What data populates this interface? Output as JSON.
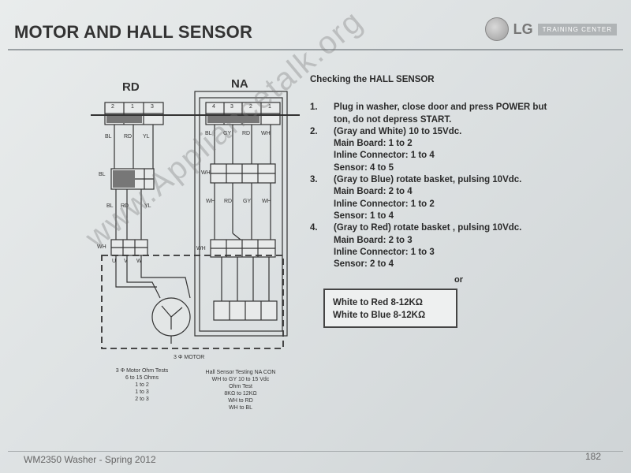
{
  "header": {
    "title": "MOTOR AND HALL SENSOR",
    "logo_text": "LG",
    "logo_tagline": "TRAINING CENTER"
  },
  "diagram": {
    "label_rd": "RD",
    "label_na": "NA",
    "pins_rd_top": [
      "2",
      "1",
      "3"
    ],
    "pins_na_top": [
      "4",
      "3",
      "2",
      "1"
    ],
    "wire_rd_top": [
      "BL",
      "RD",
      "YL"
    ],
    "wire_na_top": [
      "BL",
      "GY",
      "RD",
      "WH"
    ],
    "wire_rd_mid": [
      "BL",
      "RD",
      "YL"
    ],
    "wire_na_mid": [
      "WH",
      "RD",
      "GY",
      "WH"
    ],
    "conn_bl": "BL",
    "conn_wh_mid": "WH",
    "conn_wh_left": "WH",
    "conn_wh_right": "WH",
    "uvw": [
      "U",
      "V",
      "W"
    ],
    "motor_label": "3 Φ MOTOR",
    "caption_left": [
      "3 Φ Motor Ohm Tests",
      "6 to 15 Ohms",
      "1 to 2",
      "1 to 3",
      "2 to 3"
    ],
    "caption_right": [
      "Hall Sensor Testing NA CON",
      "WH to GY 10 to 15 Vdc",
      "Ohm Test",
      "8KΩ to 12KΩ",
      "WH to RD",
      "WH to BL"
    ]
  },
  "instructions": {
    "heading": "Checking the HALL SENSOR",
    "steps": [
      {
        "num": "1.",
        "text": "Plug in washer, close door and press POWER but",
        "cont": "ton, do not depress START."
      },
      {
        "num": "2.",
        "text": "(Gray and White)  10 to 15Vdc.",
        "subs": [
          "Main Board: 1 to 2",
          "Inline Connector: 1 to 4",
          "Sensor: 4 to 5"
        ]
      },
      {
        "num": "3.",
        "text": "(Gray to Blue) rotate basket, pulsing 10Vdc.",
        "subs": [
          "Main Board: 2 to 4",
          "Inline Connector: 1 to 2",
          "Sensor: 1 to 4"
        ]
      },
      {
        "num": "4.",
        "text": "(Gray to Red) rotate basket , pulsing 10Vdc.",
        "subs": [
          "Main Board: 2 to 3",
          "Inline Connector: 1 to 3",
          "Sensor: 2 to 4"
        ]
      }
    ],
    "or_label": "or",
    "resistance": [
      "White to Red  8-12KΩ",
      "White to Blue 8-12KΩ"
    ]
  },
  "footer": {
    "left": "WM2350 Washer - Spring 2012",
    "right": "182"
  },
  "watermark": "www.Appliancetalk.org"
}
